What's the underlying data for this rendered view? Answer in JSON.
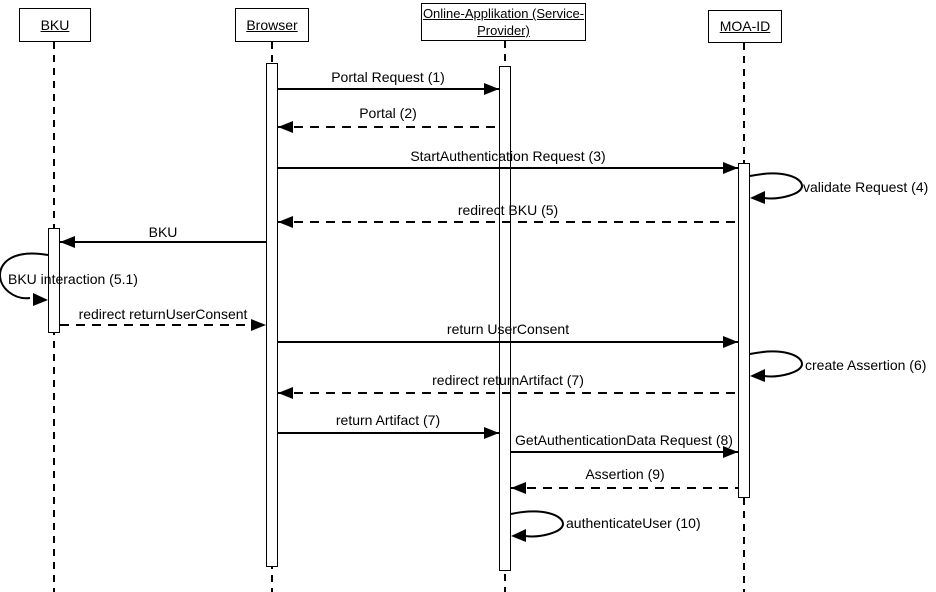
{
  "diagram": {
    "type": "uml-sequence-diagram",
    "colors": {
      "line": "#000000",
      "background": "#ffffff",
      "box_fill": "#ffffff",
      "text": "#000000"
    },
    "actors": [
      {
        "name": "BKU",
        "label": "BKU"
      },
      {
        "name": "Browser",
        "label": "Browser"
      },
      {
        "name": "Online-Applikation",
        "label": "Online-Applikation (Service-Provider)",
        "label_line1": "Online-Applikation (Service-",
        "label_line2": "Provider)"
      },
      {
        "name": "MOA-ID",
        "label": "MOA-ID"
      }
    ],
    "messages": [
      {
        "label": "Portal Request (1)",
        "from": "Browser",
        "to": "Online-Applikation",
        "type": "solid"
      },
      {
        "label": "Portal (2)",
        "from": "Online-Applikation",
        "to": "Browser",
        "type": "dashed"
      },
      {
        "label": "StartAuthentication Request (3)",
        "from": "Browser",
        "to": "MOA-ID",
        "type": "solid"
      },
      {
        "label": "validate Request (4)",
        "from": "MOA-ID",
        "to": "MOA-ID",
        "type": "self"
      },
      {
        "label": "redirect BKU (5)",
        "from": "MOA-ID",
        "to": "Browser",
        "type": "dashed"
      },
      {
        "label": "BKU",
        "from": "Browser",
        "to": "BKU",
        "type": "solid"
      },
      {
        "label": "BKU interaction (5.1)",
        "from": "BKU",
        "to": "BKU",
        "type": "self"
      },
      {
        "label": "redirect returnUserConsent",
        "from": "BKU",
        "to": "Browser",
        "type": "dashed"
      },
      {
        "label": "return UserConsent",
        "from": "Browser",
        "to": "MOA-ID",
        "type": "solid"
      },
      {
        "label": "create Assertion (6)",
        "from": "MOA-ID",
        "to": "MOA-ID",
        "type": "self"
      },
      {
        "label": "redirect returnArtifact (7)",
        "from": "MOA-ID",
        "to": "Browser",
        "type": "dashed"
      },
      {
        "label": "return Artifact (7)",
        "from": "Browser",
        "to": "Online-Applikation",
        "type": "solid"
      },
      {
        "label": "GetAuthenticationData Request (8)",
        "from": "Online-Applikation",
        "to": "MOA-ID",
        "type": "solid"
      },
      {
        "label": "Assertion (9)",
        "from": "MOA-ID",
        "to": "Online-Applikation",
        "type": "dashed"
      },
      {
        "label": "authenticateUser (10)",
        "from": "Online-Applikation",
        "to": "Online-Applikation",
        "type": "self"
      }
    ]
  }
}
